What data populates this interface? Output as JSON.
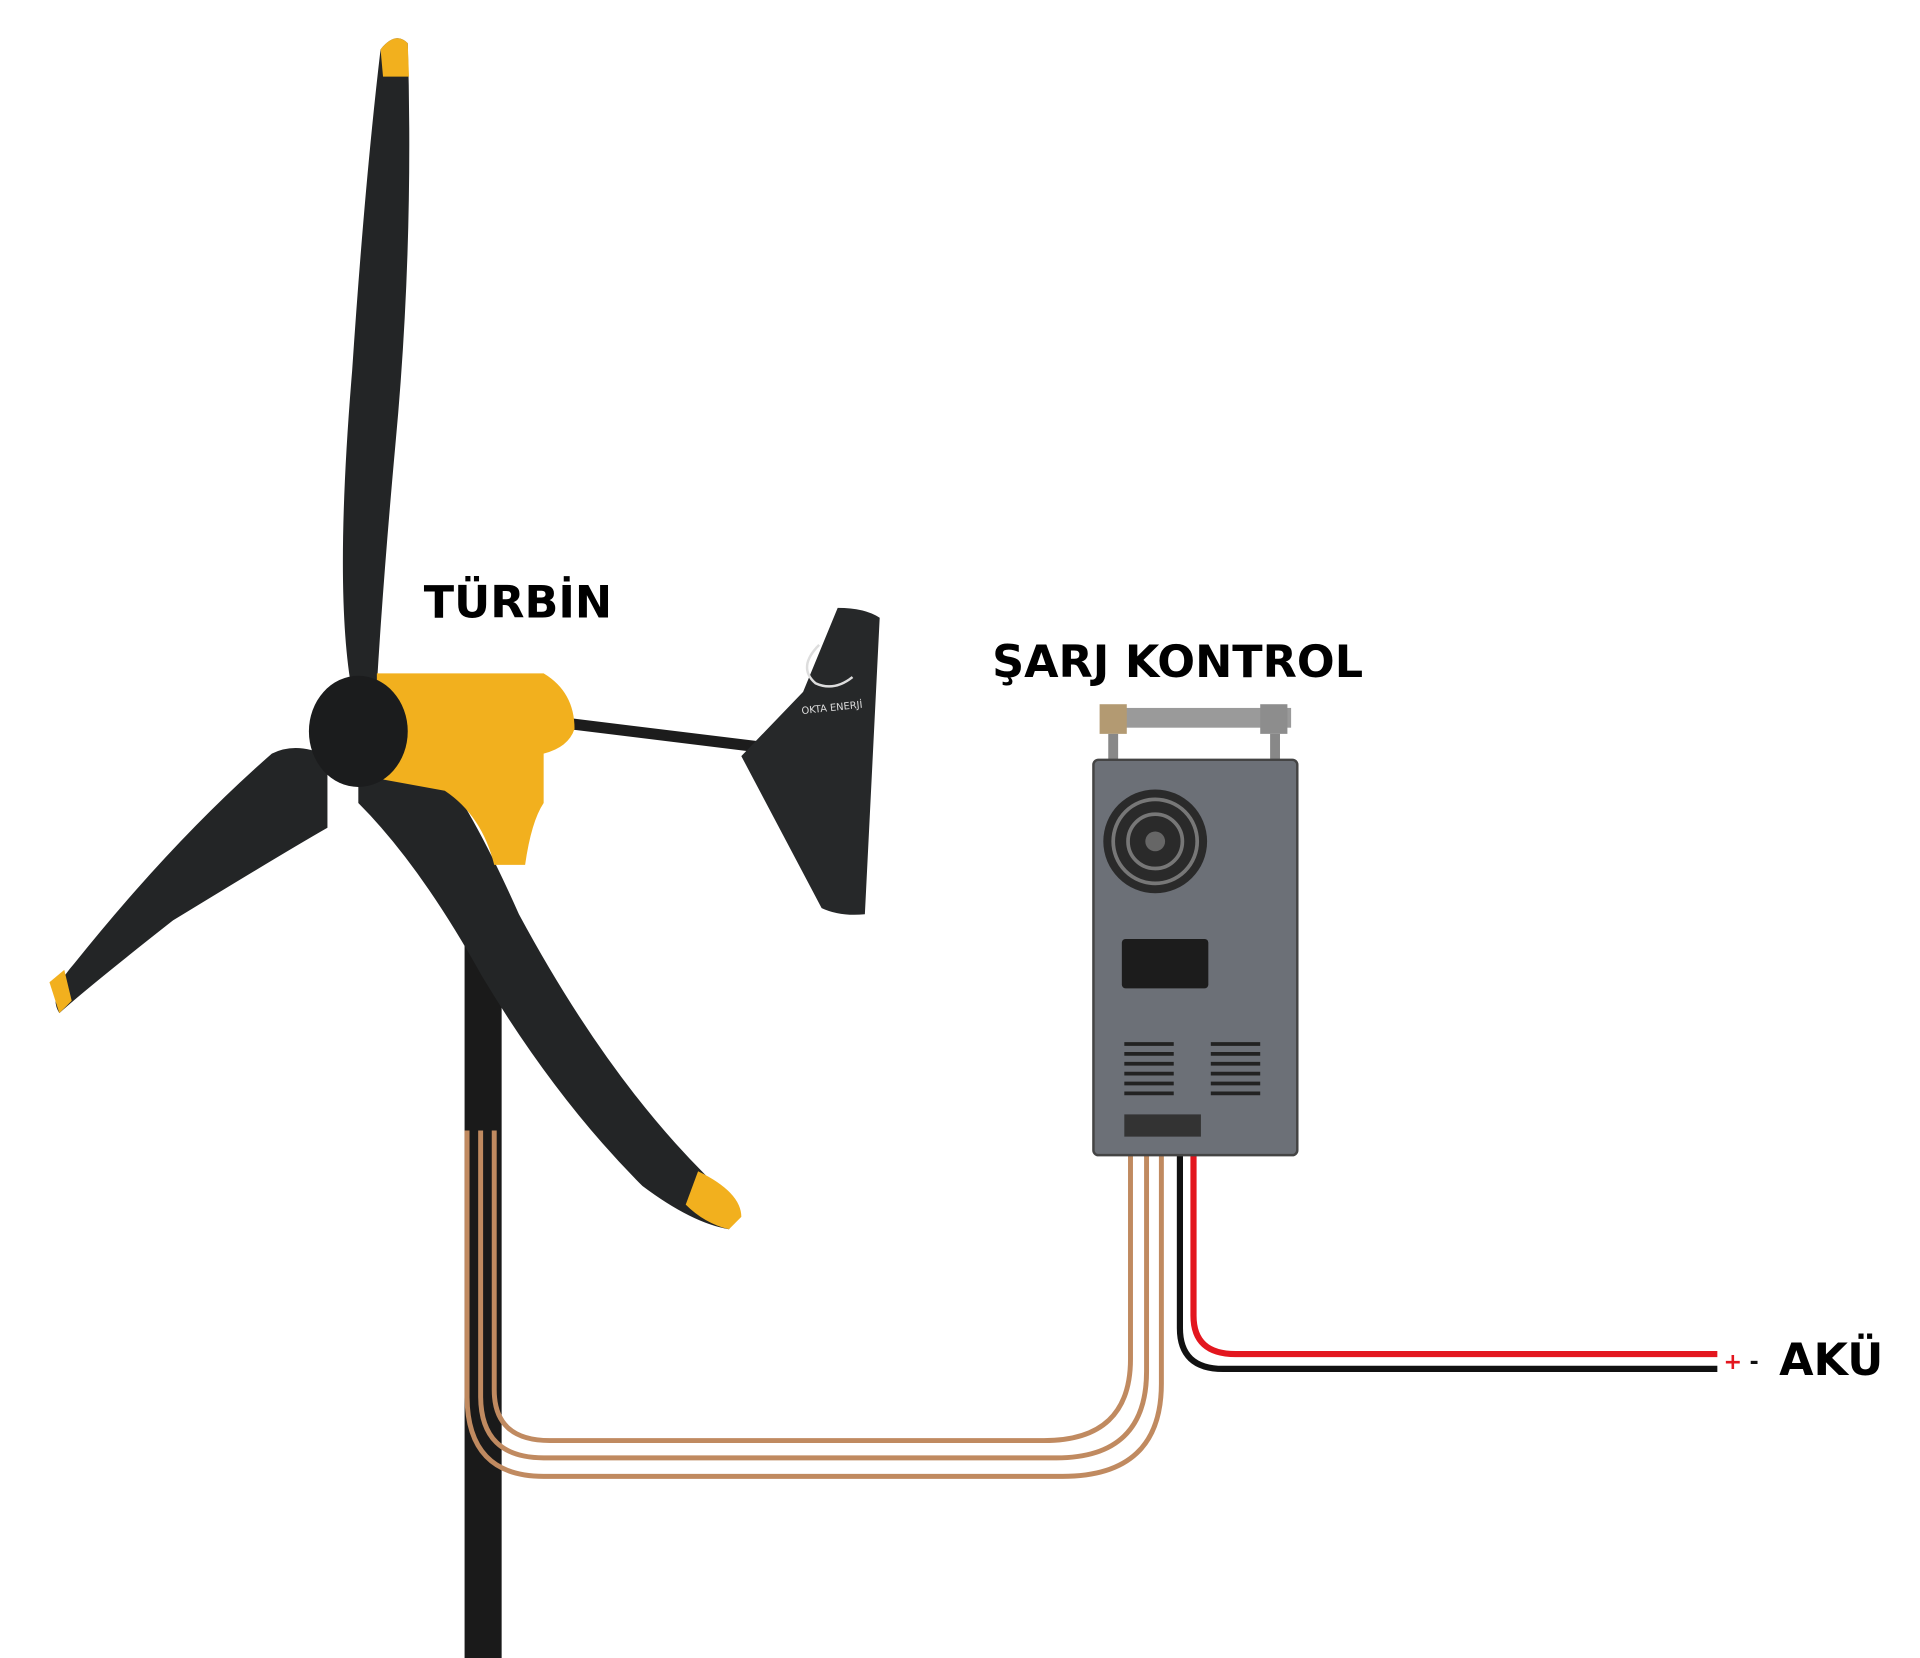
{
  "labels": {
    "turbine": "TÜRBİN",
    "controller": "ŞARJ KONTROL",
    "battery": "AKÜ",
    "plus": "+",
    "minus": "-"
  },
  "logo": {
    "brand_text": "OKTA ENERJİ"
  },
  "colors": {
    "blade": "#232526",
    "nacelle": "#f2b01e",
    "copper_wire": "#c08a60",
    "positive_wire": "#e3161e",
    "negative_wire": "#111111",
    "controller_body": "#6c7077"
  }
}
